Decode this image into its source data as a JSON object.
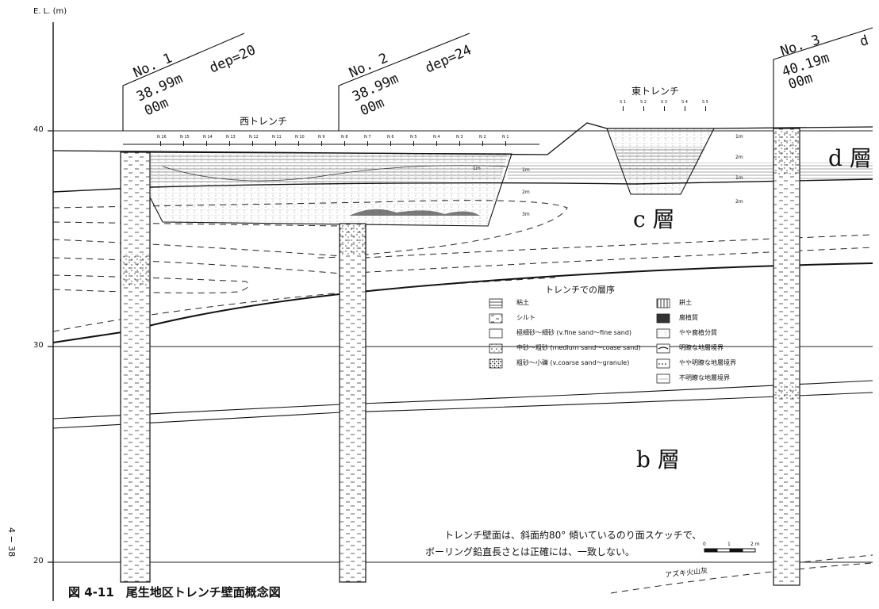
{
  "axis": {
    "label": "E. L. (m)",
    "ticks": [
      "40",
      "30",
      "20"
    ]
  },
  "boreholes": [
    {
      "name": "No. 1",
      "elev": "38.99m",
      "depth": "dep=20",
      "depth_unit": "00m"
    },
    {
      "name": "No. 2",
      "elev": "38.99m",
      "depth": "dep=24",
      "depth_unit": "00m"
    },
    {
      "name": "No. 3",
      "elev": "40.19m",
      "depth": "d",
      "depth_unit": "00m"
    }
  ],
  "trenches": {
    "west": "西トレンチ",
    "east": "東トレンチ",
    "west_stations": [
      "N 16",
      "N 15",
      "N 14",
      "N 13",
      "N 12",
      "N 11",
      "N 10",
      "N 9",
      "N 8",
      "N 7",
      "N 6",
      "N 5",
      "N 4",
      "N 3",
      "N 2",
      "N 1"
    ],
    "east_stations": [
      "S 1",
      "S 2",
      "S 3",
      "S 4",
      "S 5"
    ],
    "depth_marks": [
      "1m",
      "2m",
      "3m",
      "1m",
      "2m",
      "1m",
      "2m",
      "1m"
    ]
  },
  "layers": {
    "d": "d 層",
    "c": "c 層",
    "b": "b 層"
  },
  "legend": {
    "title": "トレンチでの層序",
    "left": [
      {
        "label": "粘土",
        "pattern": "hlines"
      },
      {
        "label": "シルト",
        "pattern": "dashes"
      },
      {
        "label": "極細砂〜細砂 (v.fine sand〜fine sand)",
        "pattern": "plain"
      },
      {
        "label": "中砂〜粗砂 (medium sand〜coase sand)",
        "pattern": "dots"
      },
      {
        "label": "粗砂〜小礫 (v.coarse sand〜granule)",
        "pattern": "dense"
      }
    ],
    "right": [
      {
        "label": "耕土",
        "pattern": "vlines"
      },
      {
        "label": "腐植質",
        "pattern": "dark"
      },
      {
        "label": "やや腐植分質",
        "pattern": "medium"
      },
      {
        "label": "明瞭な地層境界",
        "pattern": "solid-line"
      },
      {
        "label": "やや明瞭な地層境界",
        "pattern": "dash-line"
      },
      {
        "label": "不明瞭な地層境界",
        "pattern": "thin-line"
      }
    ]
  },
  "note": {
    "line1": "トレンチ壁面は、斜面約80° 傾いているのり面スケッチで、",
    "line2": "ボーリング鉛直長さとは正確には、一致しない。"
  },
  "scale": {
    "labels": [
      "0",
      "1",
      "2 m"
    ]
  },
  "azuki": "アズキ火山灰",
  "caption": "図 4-11　尾生地区トレンチ壁面概念図",
  "page_number": "4 − 38"
}
